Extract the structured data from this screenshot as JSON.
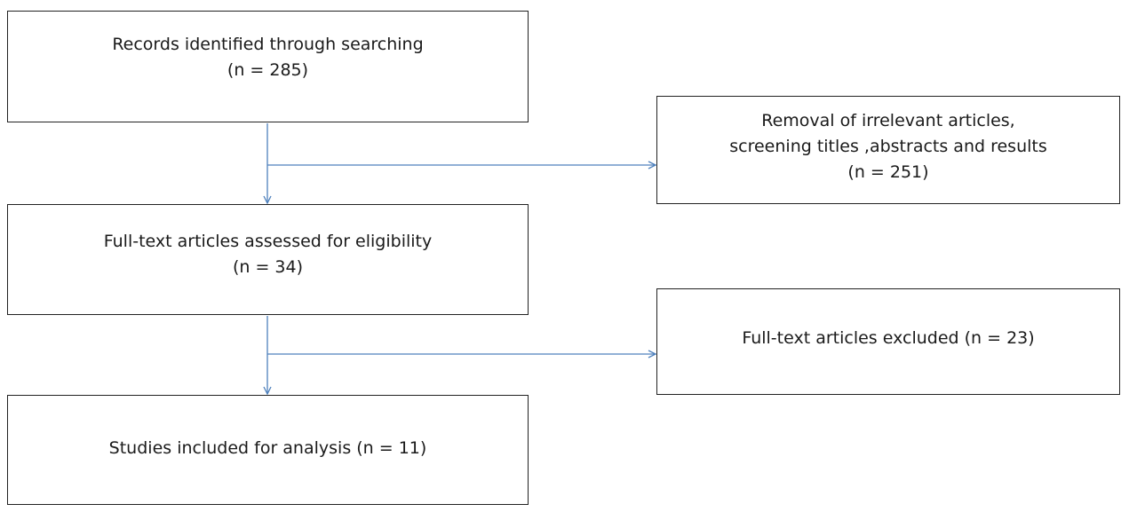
{
  "flow": {
    "records": {
      "line1": "Records identified through searching",
      "line2": "(n = 285)"
    },
    "removal": {
      "line1": "Removal of irrelevant articles,",
      "line2": "screening titles ,abstracts and results",
      "line3": "(n = 251)"
    },
    "fulltext": {
      "line1": "Full-text articles assessed for eligibility",
      "line2": "(n = 34)"
    },
    "excluded": {
      "line1": "Full-text articles excluded (n = 23)"
    },
    "included": {
      "line1": "Studies included for analysis (n = 11)"
    }
  },
  "colors": {
    "box_border": "#222222",
    "connector": "#4f81bd",
    "text": "#1a1a1a"
  }
}
